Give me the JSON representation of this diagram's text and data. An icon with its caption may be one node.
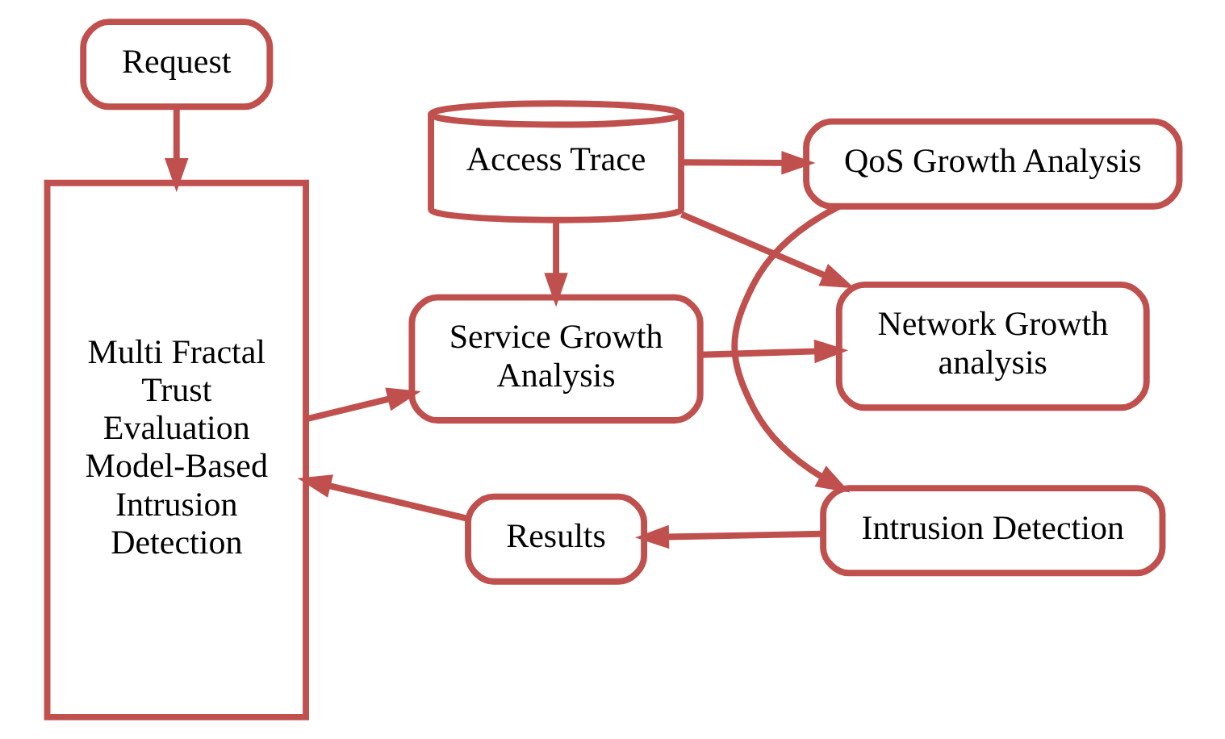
{
  "diagram": {
    "nodes": [
      {
        "text": [
          "Request"
        ]
      },
      {
        "text": [
          "Multi Fractal Trust Evaluation Model-Based Intrusion Detection"
        ]
      },
      {
        "text": [
          "Service Growth Analysis"
        ]
      },
      {
        "text": [
          "Network Growth analysis"
        ]
      },
      {
        "text": [
          "Access Trace"
        ]
      },
      {
        "text": [
          "QoS Growth Analysis"
        ]
      },
      {
        "text": [
          "Results"
        ]
      },
      {
        "text": [
          "Intrusion Detection"
        ]
      }
    ],
    "edges": [
      {
        "from": 0,
        "to": 1,
        "arrow": "to"
      },
      {
        "from": 1,
        "to": 2,
        "arrow": "to"
      },
      {
        "from": 2,
        "to": 3,
        "arrow": "to"
      },
      {
        "from": 4,
        "to": 2,
        "arrow": "to"
      },
      {
        "from": 4,
        "to": 3,
        "arrow": "to"
      },
      {
        "from": 4,
        "to": 5,
        "arrow": "to"
      },
      {
        "from": 5,
        "to": 7,
        "arrow": "to"
      },
      {
        "from": 7,
        "to": 6,
        "arrow": "to"
      },
      {
        "from": 6,
        "to": 1,
        "arrow": "to"
      }
    ]
  }
}
